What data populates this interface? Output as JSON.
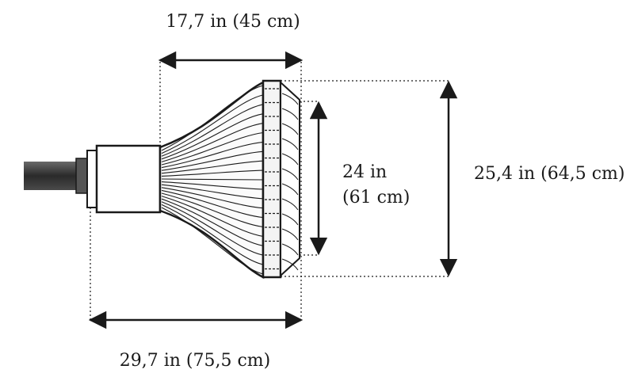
{
  "dimensions": {
    "top_width": "17,7 in (45 cm)",
    "overall_length": "29,7 in (75,5 cm)",
    "inner_diameter_line1": "24 in",
    "inner_diameter_line2": "(61 cm)",
    "outer_diameter": "25,4 in (64,5 cm)"
  },
  "colors": {
    "ink": "#1a1a1a",
    "cable": "#3a3a3a",
    "paper": "#ffffff"
  }
}
